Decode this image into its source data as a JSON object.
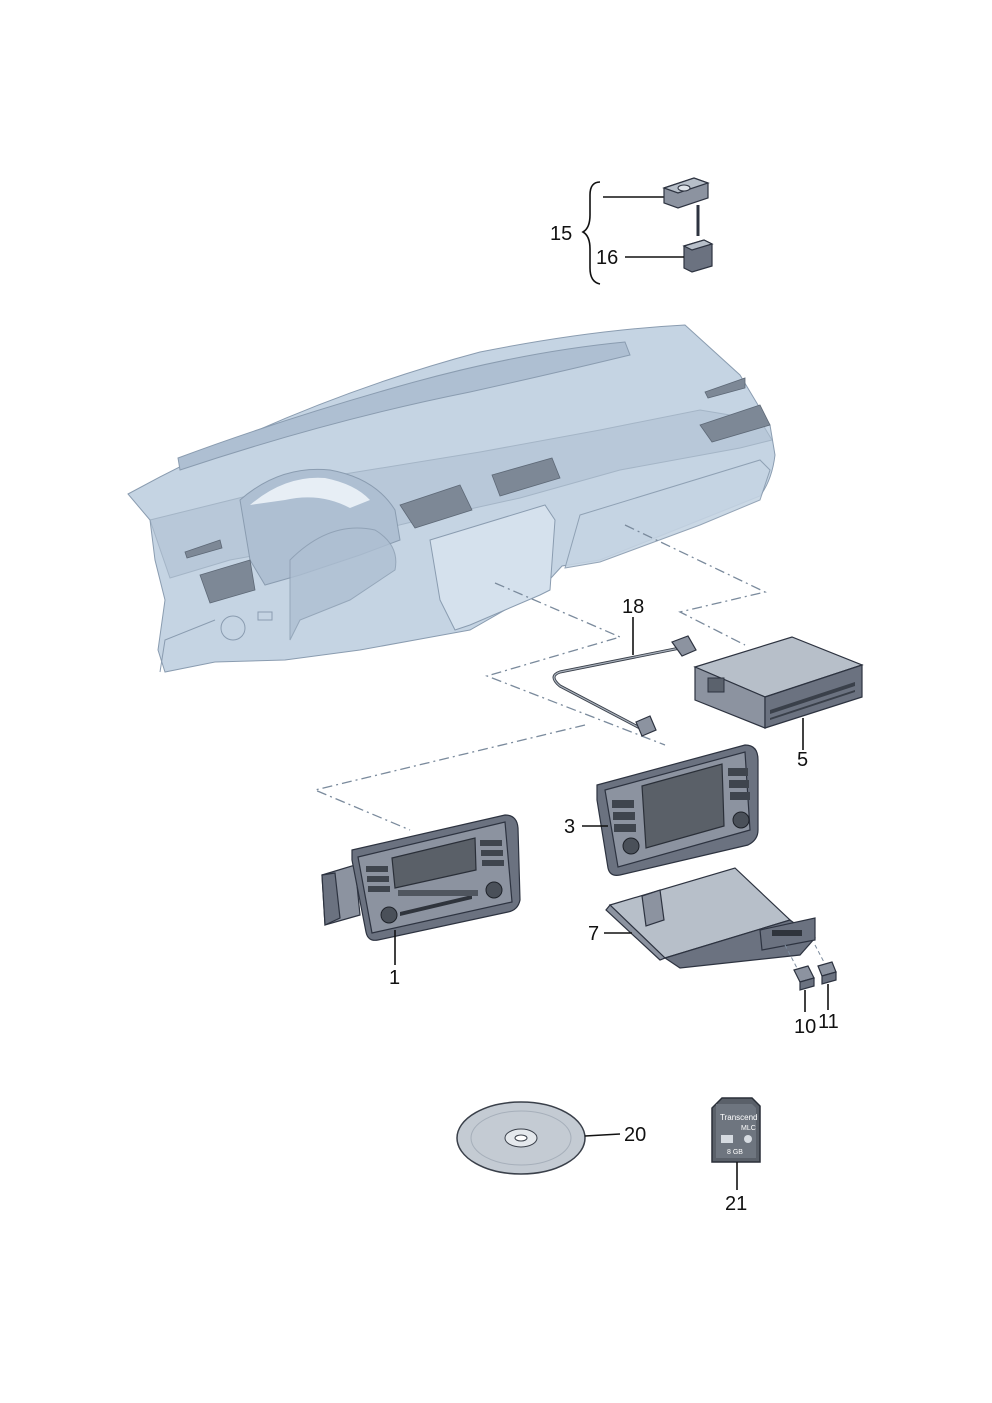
{
  "callouts": {
    "c15": "15",
    "c16": "16",
    "c18": "18",
    "c5": "5",
    "c3": "3",
    "c1": "1",
    "c7": "7",
    "c10": "10",
    "c11": "11",
    "c20": "20",
    "c21": "21"
  },
  "sd_card": {
    "brand": "Transcend",
    "type": "MLC",
    "capacity": "8 GB"
  }
}
